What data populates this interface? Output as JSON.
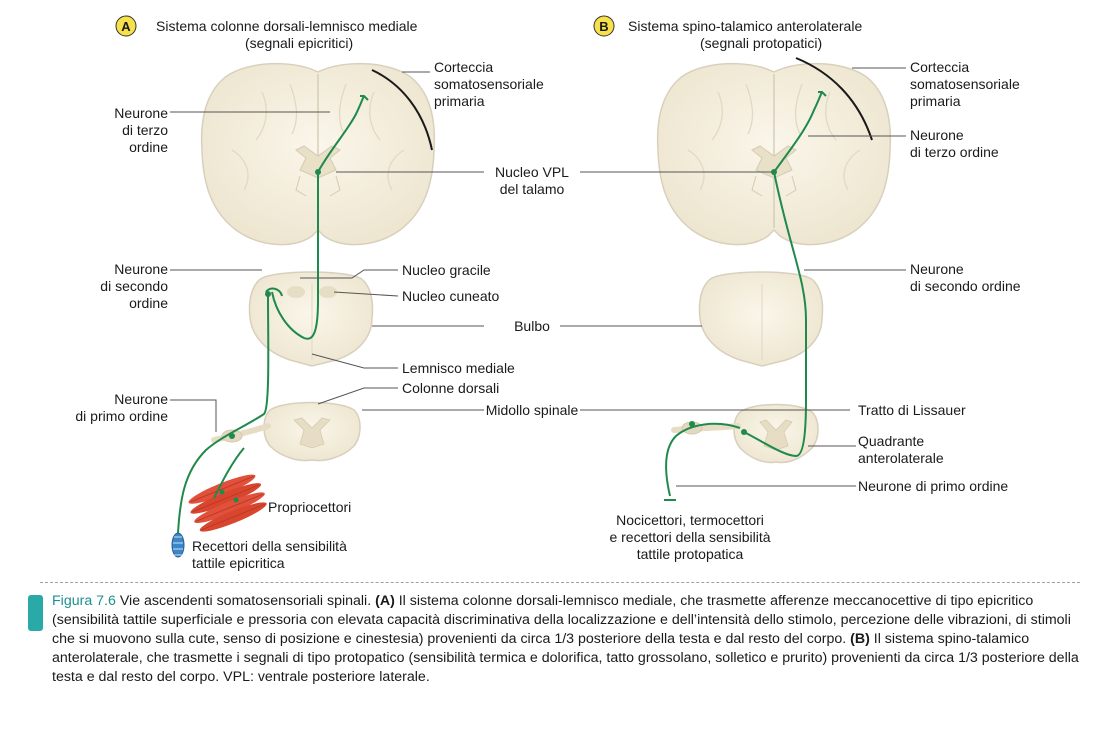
{
  "panel_a": {
    "badge": "A",
    "title_line1": "Sistema colonne dorsali-lemnisco mediale",
    "title_line2": "(segnali epicritici)",
    "cortex_1": "Corteccia",
    "cortex_2": "somatosensoriale",
    "cortex_3": "primaria",
    "third_1": "Neurone",
    "third_2": "di terzo",
    "third_3": "ordine",
    "second_1": "Neurone",
    "second_2": "di secondo",
    "second_3": "ordine",
    "gracile": "Nucleo gracile",
    "cuneato": "Nucleo cuneato",
    "lemnisco": "Lemnisco mediale",
    "colonne": "Colonne dorsali",
    "first_1": "Neurone",
    "first_2": "di primo ordine",
    "proprio": "Propriocettori",
    "recettori_1": "Recettori della sensibilità",
    "recettori_2": "tattile epicritica"
  },
  "shared": {
    "vpl_1": "Nucleo VPL",
    "vpl_2": "del talamo",
    "bulbo": "Bulbo",
    "midollo": "Midollo spinale"
  },
  "panel_b": {
    "badge": "B",
    "title_line1": "Sistema spino-talamico anterolaterale",
    "title_line2": "(segnali protopatici)",
    "cortex_1": "Corteccia",
    "cortex_2": "somatosensoriale",
    "cortex_3": "primaria",
    "third_1": "Neurone",
    "third_2": "di terzo ordine",
    "second_1": "Neurone",
    "second_2": "di secondo ordine",
    "lissauer": "Tratto di Lissauer",
    "quadrante_1": "Quadrante",
    "quadrante_2": "anterolaterale",
    "first": "Neurone di primo ordine",
    "noci_1": "Nocicettori, termocettori",
    "noci_2": "e recettori della sensibilità",
    "noci_3": "tattile protopatica"
  },
  "caption": {
    "figure_label": "Figura 7.6",
    "intro": " Vie ascendenti somatosensoriali spinali. ",
    "a_marker": "(A)",
    "a_text": " Il sistema colonne dorsali-lemnisco mediale, che trasmette afferenze meccanocettive di tipo epicritico (sensibilità tattile superficiale e pressoria con elevata capacità discriminativa della localizzazione e dell’intensità dello stimolo, percezione delle vibrazioni, di stimoli che si muovono sulla cute, senso di posizione e cinestesia) provenienti da circa 1/3 posteriore della testa e dal resto del corpo. ",
    "b_marker": "(B)",
    "b_text": " Il sistema spino-talamico anterolaterale, che trasmette i segnali di tipo protopatico (sensibilità termica e dolorifica, tatto grossolano, solletico e prurito) provenienti da circa 1/3 posteriore della testa e dal resto del corpo. VPL: ventrale posteriore laterale."
  },
  "colors": {
    "pathway": "#1f8a4c",
    "tissue": "#f4efe1",
    "tissue_outline": "#d8d0bc",
    "badge": "#f6e14b",
    "muscle": "#e0503a",
    "receptor": "#3a86c8",
    "caption_accent": "#2aa9a9"
  }
}
